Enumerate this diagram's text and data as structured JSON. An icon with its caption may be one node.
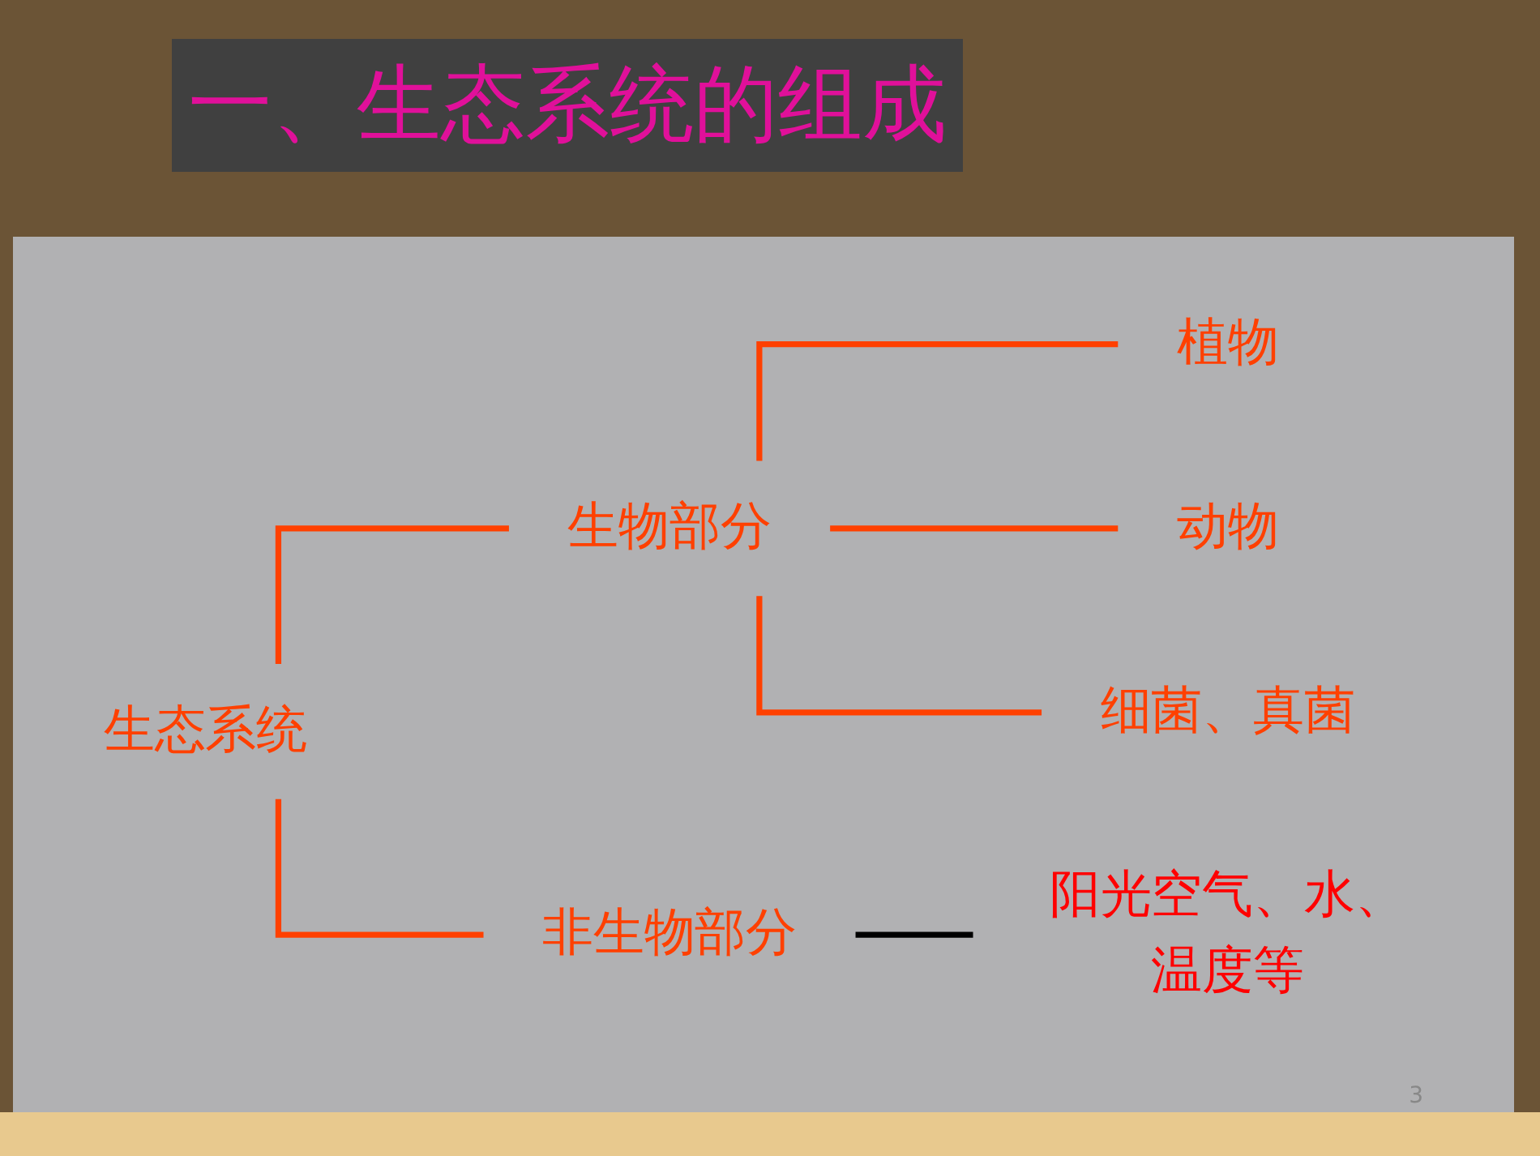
{
  "diagram": {
    "title": "一、生态系统的组成",
    "nodes": [
      {
        "text": [
          "生态系统"
        ]
      },
      {
        "text": [
          "生物部分"
        ]
      },
      {
        "text": [
          "植物"
        ]
      },
      {
        "text": [
          "动物"
        ]
      },
      {
        "text": [
          "细菌、真菌"
        ]
      },
      {
        "text": [
          "非生物部分"
        ]
      },
      {
        "text": [
          "阳光空气、水、温度等"
        ]
      }
    ],
    "edges": [
      {
        "from": 0,
        "to": 1,
        "arrow": "none"
      },
      {
        "from": 0,
        "to": 5,
        "arrow": "none"
      },
      {
        "from": 1,
        "to": 2,
        "arrow": "none"
      },
      {
        "from": 1,
        "to": 3,
        "arrow": "none"
      },
      {
        "from": 1,
        "to": 4,
        "arrow": "none"
      },
      {
        "from": 5,
        "to": 6,
        "arrow": "none",
        "color": "#000000"
      }
    ],
    "labels": [
      "3"
    ]
  }
}
